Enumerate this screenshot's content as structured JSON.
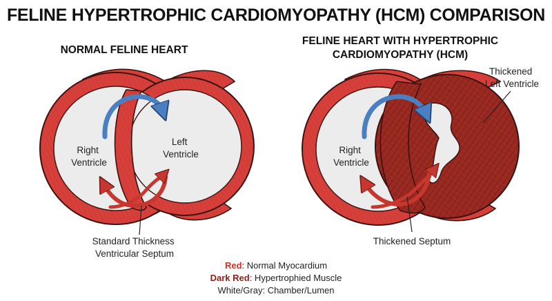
{
  "title": "FELINE HYPERTROPHIC CARDIOMYOPATHY (HCM) COMPARISON",
  "panels": {
    "normal": {
      "title": "NORMAL FELINE HEART",
      "right_ventricle": [
        "Right",
        "Ventricle"
      ],
      "left_ventricle": [
        "Left",
        "Ventricle"
      ],
      "septum_label": [
        "Standard Thickness",
        "Ventricular Septum"
      ]
    },
    "hcm": {
      "title_line1": "FELINE HEART WITH HYPERTROPHIC",
      "title_line2": "CARDIOMYOPATHY (HCM)",
      "right_ventricle": [
        "Right",
        "Ventricle"
      ],
      "left_ventricle_label": [
        "Thickened",
        "Left Ventricle"
      ],
      "septum_label": "Thickened Septum"
    }
  },
  "legend": {
    "red_key": "Red",
    "red_desc": ": Normal Myocardium",
    "dark_red_key": "Dark Red",
    "dark_red_desc": ": Hypertrophied Muscle",
    "white_gray": "White/Gray: Chamber/Lumen"
  },
  "colors": {
    "myocardium": "#d7403a",
    "hypertrophied": "#9b2a22",
    "chamber": "#ececec",
    "flow_arrow": "#4a7fc2",
    "return_arrow": "#c7362f",
    "red_key": "#d0302a",
    "dark_red_key": "#8e1d16"
  }
}
